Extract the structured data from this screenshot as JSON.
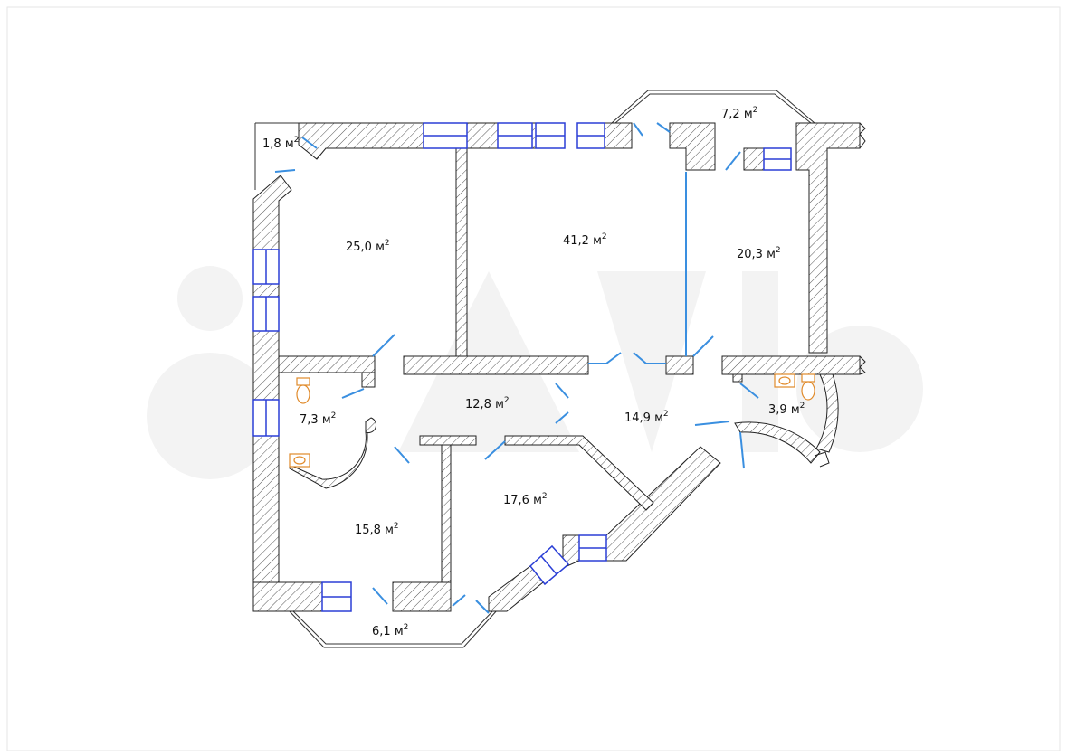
{
  "plan": {
    "rooms": [
      {
        "id": "loggia-nw",
        "area": "1,8",
        "unit": "м",
        "exp": "2"
      },
      {
        "id": "room-a",
        "area": "25,0",
        "unit": "м",
        "exp": "2"
      },
      {
        "id": "room-b",
        "area": "41,2",
        "unit": "м",
        "exp": "2"
      },
      {
        "id": "balcony-n",
        "area": "7,2",
        "unit": "м",
        "exp": "2"
      },
      {
        "id": "room-c",
        "area": "20,3",
        "unit": "м",
        "exp": "2"
      },
      {
        "id": "hall",
        "area": "12,8",
        "unit": "м",
        "exp": "2"
      },
      {
        "id": "bath-w",
        "area": "7,3",
        "unit": "м",
        "exp": "2"
      },
      {
        "id": "corridor",
        "area": "14,9",
        "unit": "м",
        "exp": "2"
      },
      {
        "id": "bath-e",
        "area": "3,9",
        "unit": "м",
        "exp": "2"
      },
      {
        "id": "room-d",
        "area": "17,6",
        "unit": "м",
        "exp": "2"
      },
      {
        "id": "room-e",
        "area": "15,8",
        "unit": "м",
        "exp": "2"
      },
      {
        "id": "balcony-s",
        "area": "6,1",
        "unit": "м",
        "exp": "2"
      }
    ],
    "colors": {
      "wall_stroke": "#222222",
      "hatch": "#555555",
      "window": "#2b3fd6",
      "door": "#3a8fe0",
      "fixture": "#e08a2a",
      "watermark": "#f2f2f2"
    }
  }
}
